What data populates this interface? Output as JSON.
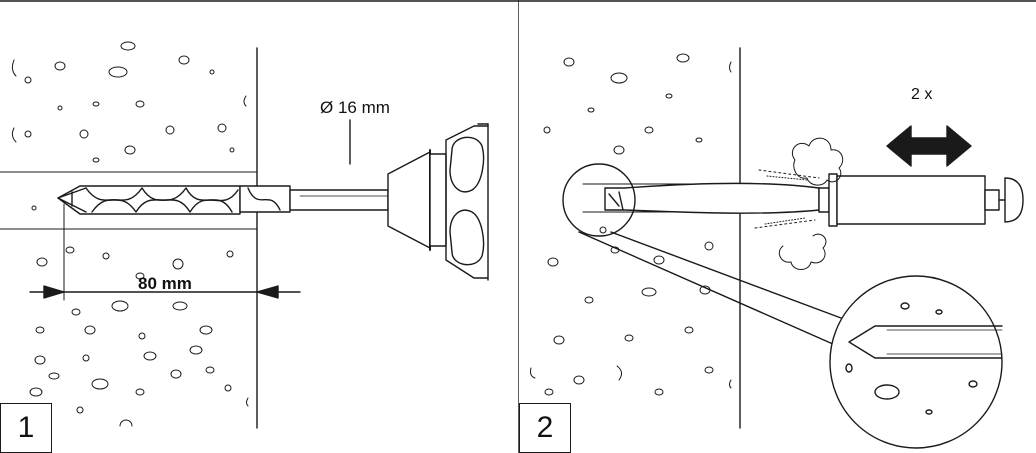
{
  "panels": [
    {
      "step": "1",
      "diameter_label": "Ø 16 mm",
      "depth_label": "80 mm",
      "icons": [
        "drill-bit-icon",
        "hammer-drill-chuck-icon",
        "dimension-arrows-icon"
      ]
    },
    {
      "step": "2",
      "repeat_label": "2 x",
      "icons": [
        "blow-out-pump-icon",
        "double-arrow-icon",
        "dust-cloud-icon",
        "magnifier-detail-icon"
      ]
    }
  ],
  "colors": {
    "ink": "#1a1a1a",
    "background": "#ffffff"
  }
}
